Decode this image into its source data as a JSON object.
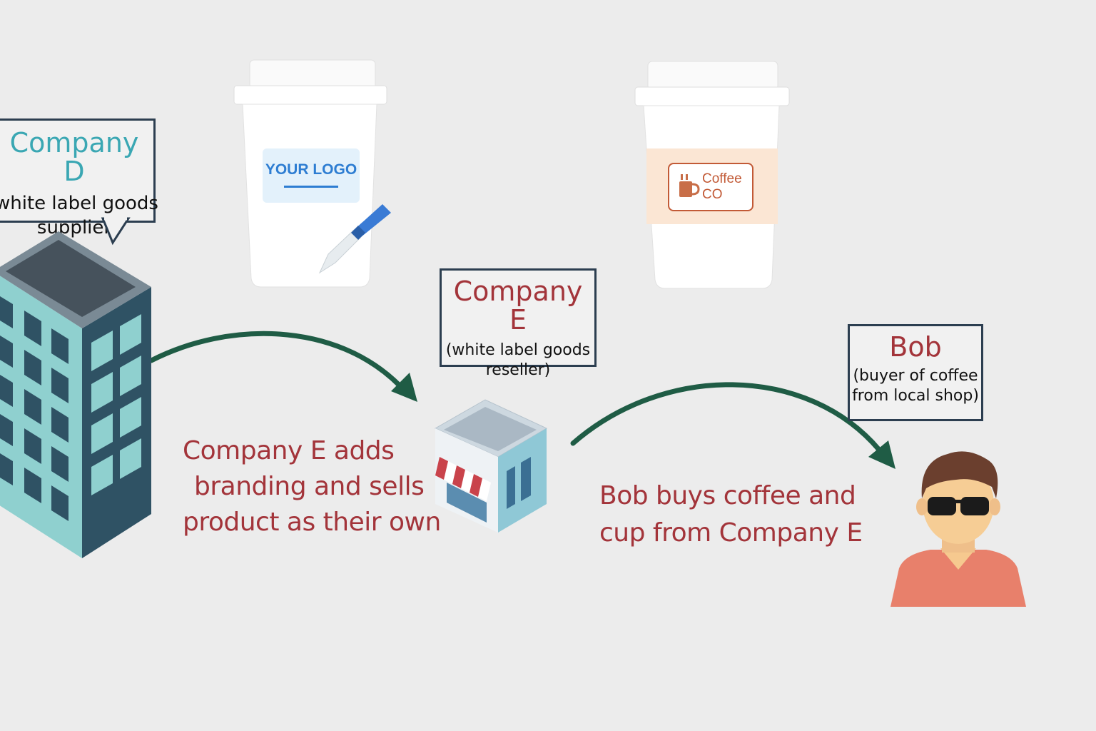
{
  "supplier": {
    "name": "Company D",
    "desc_line1": "white label goods",
    "desc_line2": "supplier"
  },
  "reseller": {
    "name": "Company E",
    "desc_line1": "(white label goods",
    "desc_line2": "reseller)"
  },
  "buyer": {
    "name": "Bob",
    "desc_line1": "(buyer of coffee",
    "desc_line2": "from local shop)"
  },
  "cup_blank": {
    "logo_text": "YOUR LOGO"
  },
  "cup_branded": {
    "brand_line1": "Coffee",
    "brand_line2": "CO"
  },
  "captions": {
    "reseller_action": [
      "Company E adds",
      "branding and sells",
      "product as their own"
    ],
    "buyer_action": [
      "Bob buys coffee and",
      "cup from Company E"
    ]
  },
  "colors": {
    "arrow": "#1f5c45",
    "accent_red": "#a3343a",
    "accent_teal": "#3aa7b3",
    "box_border": "#2c3e50"
  }
}
